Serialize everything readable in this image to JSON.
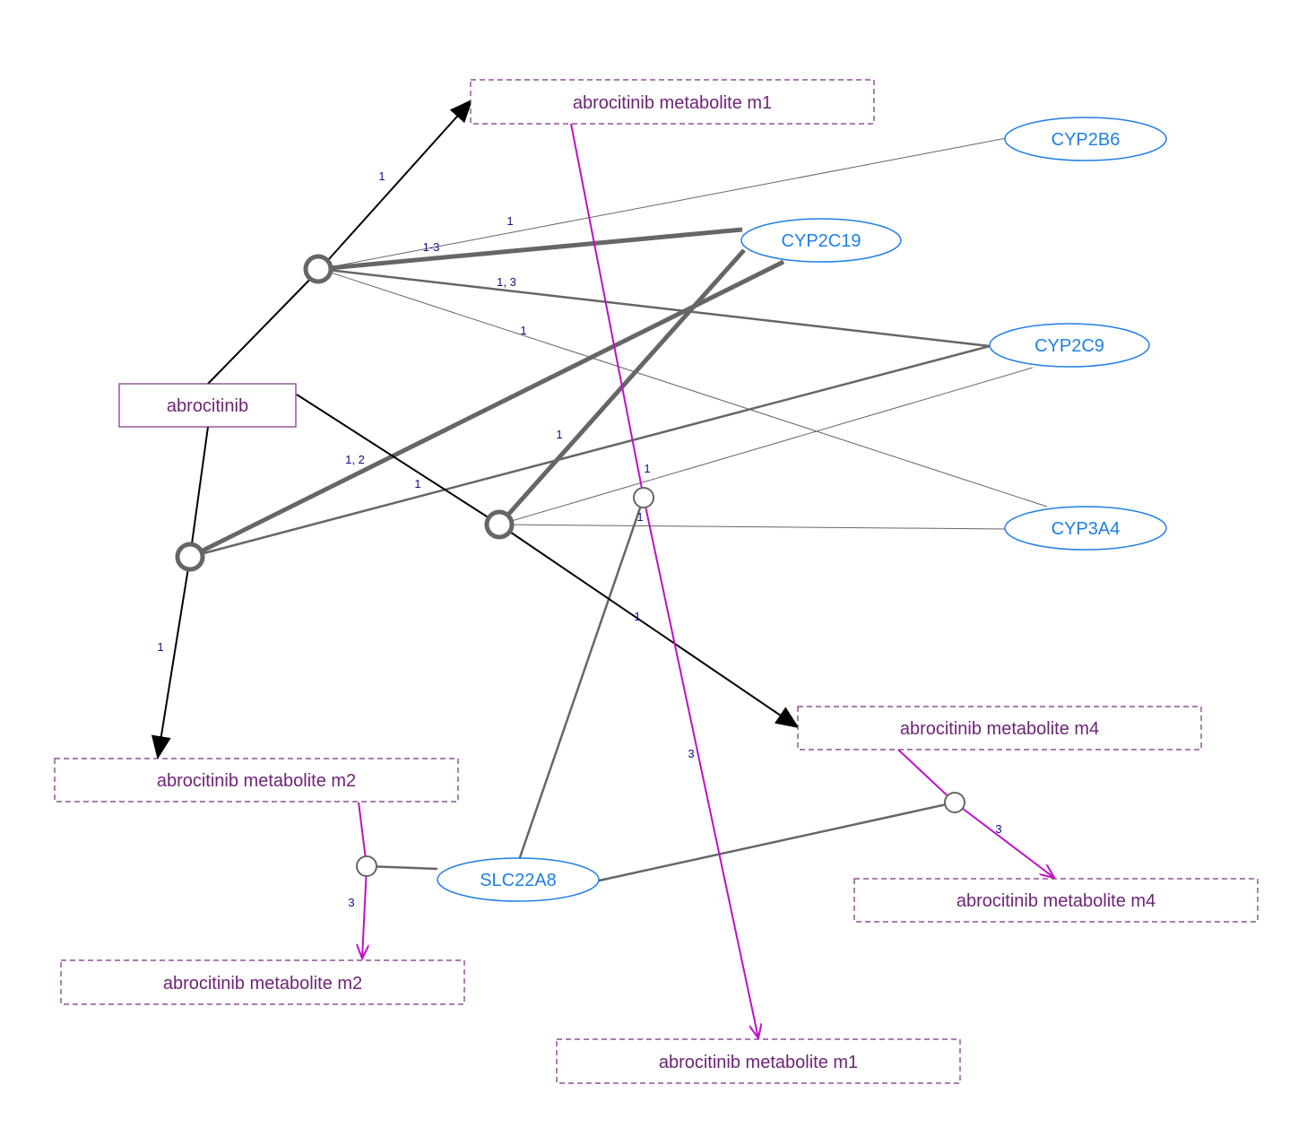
{
  "colors": {
    "compound_text": "#6e2477",
    "compound_border": "#7a2d82",
    "enzyme_text": "#1f7fe3",
    "enzyme_border": "#1f7fe3",
    "conversion_arrow": "#000000",
    "transport_arrow": "#c00fc8",
    "catalysis_line": "#666666",
    "edge_label": "#0c0c8a"
  },
  "nodes": {
    "abrocitinib": "abrocitinib",
    "m1_top": "abrocitinib metabolite m1",
    "m2_left": "abrocitinib metabolite m2",
    "m4_right": "abrocitinib metabolite m4",
    "m2_bottom": "abrocitinib metabolite m2",
    "m4_bottom": "abrocitinib metabolite m4",
    "m1_bottom": "abrocitinib metabolite m1",
    "cyp2b6": "CYP2B6",
    "cyp2c19": "CYP2C19",
    "cyp2c9": "CYP2C9",
    "cyp3a4": "CYP3A4",
    "slc22a8": "SLC22A8"
  },
  "edge_labels": {
    "a_m1": "1",
    "cyp2b6_r1": "1",
    "cyp2c19_r1": "1-3",
    "cyp2c9_r1": "1, 3",
    "cyp3a4_r1": "1",
    "cyp2c19_r3": "1",
    "cyp2c19_r2": "1, 2",
    "cyp2c9_r3": "1",
    "m1_r4": "1",
    "slc_r4": "1",
    "r3_m4": "1",
    "r2_m2": "1",
    "r4_m1": "3",
    "r6_m4": "3",
    "r5_m2": "3"
  }
}
